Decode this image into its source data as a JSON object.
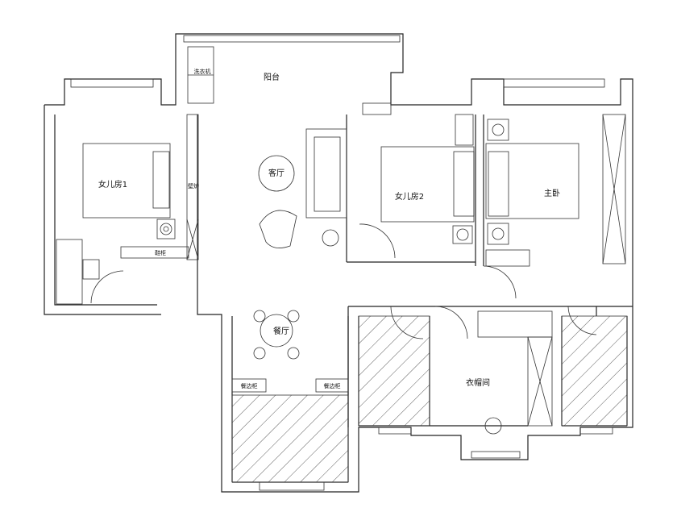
{
  "rooms": {
    "balcony": "阳台",
    "living_room": "客厅",
    "daughter_room_1": "女儿房1",
    "daughter_room_2": "女儿房2",
    "master_bedroom": "主卧",
    "dining_room": "餐厅",
    "walk_in_closet": "衣帽间"
  },
  "fixtures": {
    "fireplace": "壁炉",
    "shoe_cabinet": "鞋柜",
    "washing_machine": "洗衣机",
    "sideboard_left": "餐边柜",
    "sideboard_right": "餐边柜"
  },
  "colors": {
    "line": "#222222",
    "background": "#ffffff"
  }
}
